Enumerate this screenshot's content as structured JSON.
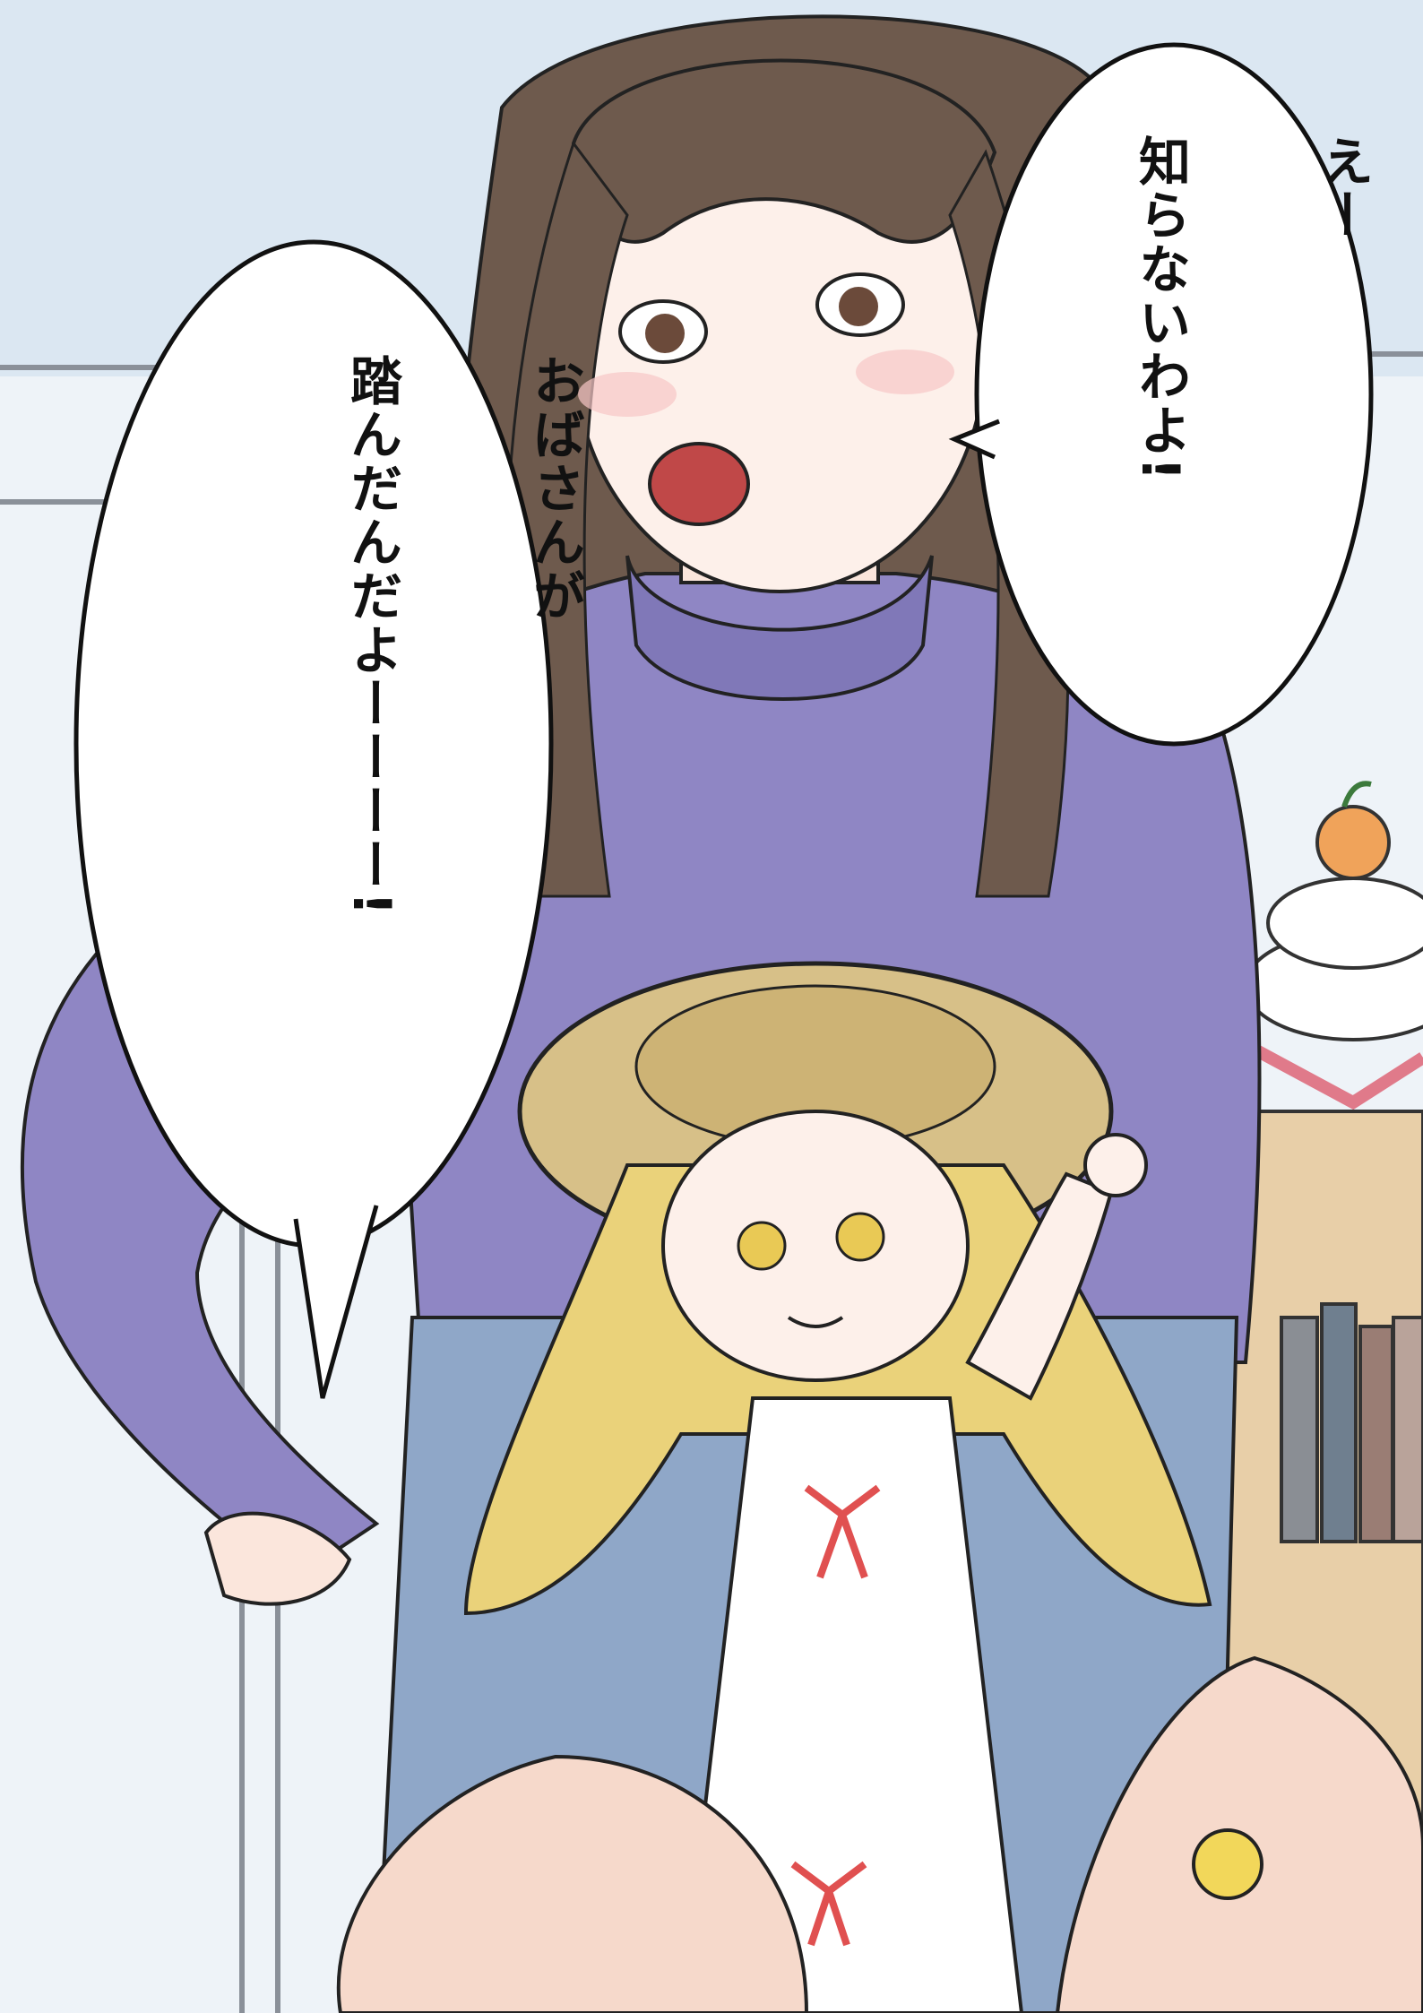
{
  "bubbles": {
    "right": {
      "lines": [
        "えー",
        "知らないわよ!"
      ]
    },
    "left": {
      "lines": [
        "おばさんが",
        "踏んだんだよーーーー!"
      ]
    }
  },
  "colors": {
    "sky": "#dbe7f2",
    "sweater": "#8f86c4",
    "hair_woman": "#6e5a4d",
    "hair_girl": "#ead27a",
    "jeans": "#8fa7c8",
    "skin": "#fbe6dc",
    "hat": "#d7c088",
    "outline": "#222222"
  }
}
